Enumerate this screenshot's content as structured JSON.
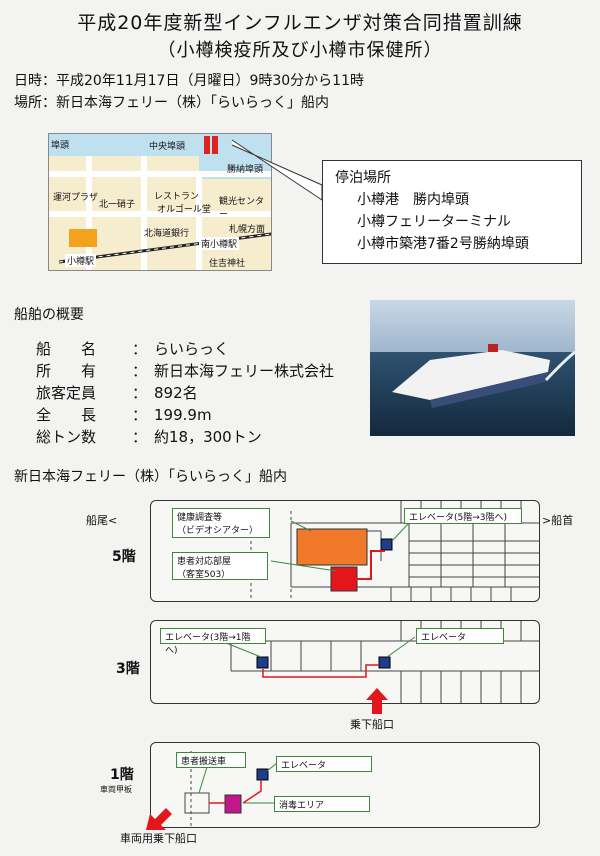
{
  "title_line1": "平成20年度新型インフルエンザ対策合同措置訓練",
  "title_line2": "（小樽検疫所及び小樽市保健所）",
  "datetime_line": "日時：平成20年11月17日（月曜日）9時30分から11時",
  "place_line": "場所：新日本海フェリー（株）「らいらっく」船内",
  "map": {
    "labels": [
      "小樽駅",
      "南小樽駅",
      "中央埠頭",
      "勝納埠頭",
      "レストラン",
      "オルゴール堂",
      "北一硝子",
      "運河プラザ",
      "北海道銀行",
      "住吉神社",
      "札幌方面",
      "観光センター",
      "埠頭"
    ]
  },
  "callout": {
    "title": "停泊場所",
    "items": [
      "小樽港　勝内埠頭",
      "小樽フェリーターミナル",
      "小樽市築港7番2号勝納埠頭"
    ]
  },
  "ship_overview": {
    "heading": "船舶の概要",
    "rows": [
      {
        "label": "船　　名",
        "value": "らいらっく"
      },
      {
        "label": "所　　有",
        "value": "新日本海フェリー株式会社"
      },
      {
        "label": "旅客定員",
        "value": "892名"
      },
      {
        "label": "全　　長",
        "value": "199.9m"
      },
      {
        "label": "総トン数",
        "value": "約18，300トン"
      }
    ]
  },
  "floor_heading": "新日本海フェリー（株）「らいらっく」船内",
  "floor5": {
    "stern": "船尾<",
    "bow": ">船首",
    "name": "5階",
    "health_check": [
      "健康調査等",
      "（ビデオシアター）"
    ],
    "patient_room": [
      "患者対応部屋",
      "（客室503）"
    ],
    "elevator": "エレベータ(5階→3階へ)"
  },
  "floor3": {
    "name": "3階",
    "elevator_left": "エレベータ(3階→1階へ)",
    "elevator_right": "エレベータ",
    "boarding": "乗下船口"
  },
  "floor1": {
    "name": "1階",
    "sub": "車両甲板",
    "transport": "患者搬送車",
    "elevator": "エレベータ",
    "disinfect": "消毒エリア",
    "vehicle_gate": "車両用乗下船口"
  },
  "colors": {
    "orange": "#f07a2a",
    "red": "#e3161b",
    "magenta": "#c2178a",
    "elevator": "#1e3d8a",
    "green_border": "#3a8a3a"
  }
}
